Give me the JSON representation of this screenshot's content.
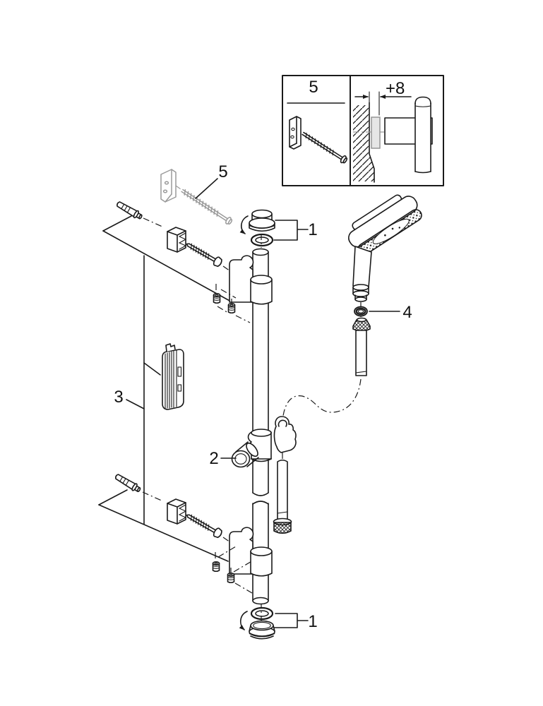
{
  "labels": {
    "inset_five": "5",
    "dim_offset": "+8",
    "mount_five": "5",
    "cap_top": "1",
    "glider": "2",
    "rail_assembly": "3",
    "washer": "4",
    "cap_bottom": "1"
  },
  "colors": {
    "line": "#1a1a1a",
    "muted_gray": "#9a9a9a",
    "background": "#ffffff"
  }
}
